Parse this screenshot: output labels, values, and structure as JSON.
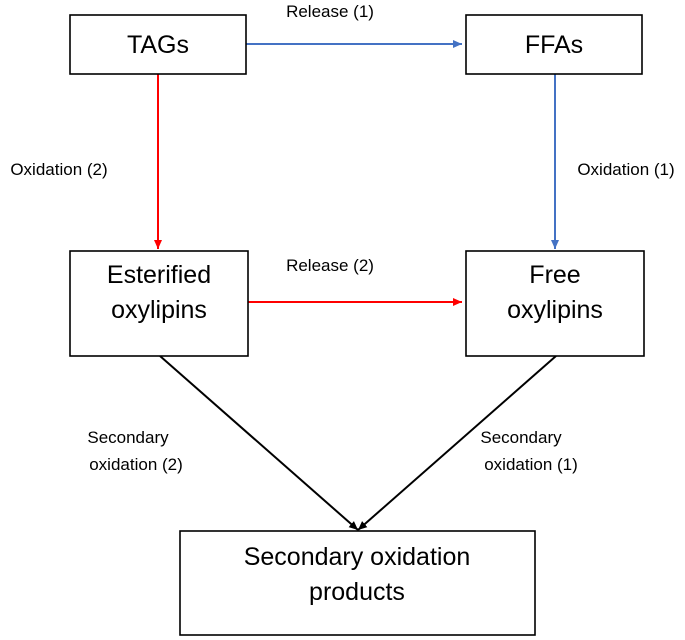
{
  "colors": {
    "release_1_path": "#4472C4",
    "release_2_path": "#FF0000",
    "secondary": "#000000",
    "node_border": "#000000",
    "background": "#FFFFFF"
  },
  "nodes": {
    "tags": {
      "line1": "TAGs"
    },
    "ffas": {
      "line1": "FFAs"
    },
    "esterified": {
      "line1": "Esterified",
      "line2": "oxylipins"
    },
    "free": {
      "line1": "Free",
      "line2": "oxylipins"
    },
    "products": {
      "line1": "Secondary oxidation",
      "line2": "products"
    }
  },
  "edges": {
    "release_1": {
      "label": "Release (1)"
    },
    "oxidation_1": {
      "label": "Oxidation (1)"
    },
    "oxidation_2": {
      "label": "Oxidation (2)"
    },
    "release_2": {
      "label": "Release (2)"
    },
    "secondary_1": {
      "line1": "Secondary",
      "line2": "oxidation (1)"
    },
    "secondary_2": {
      "line1": "Secondary",
      "line2": "oxidation (2)"
    }
  }
}
